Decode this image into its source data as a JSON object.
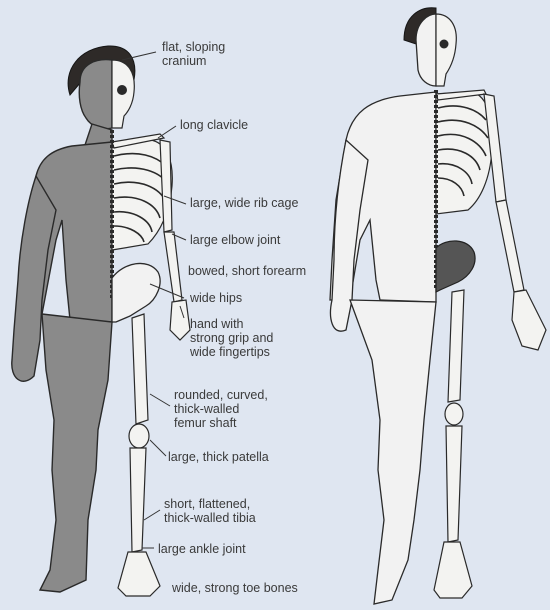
{
  "labels": {
    "cranium": "flat, sloping\ncranium",
    "clavicle": "long clavicle",
    "rib_cage": "large, wide rib cage",
    "elbow": "large elbow joint",
    "forearm": "bowed, short forearm",
    "hips": "wide hips",
    "hand": "hand with\nstrong grip and\nwide fingertips",
    "femur": "rounded, curved,\nthick-walled\nfemur shaft",
    "patella": "large, thick patella",
    "tibia": "short, flattened,\nthick-walled tibia",
    "ankle": "large ankle joint",
    "toes": "wide, strong toe bones"
  }
}
